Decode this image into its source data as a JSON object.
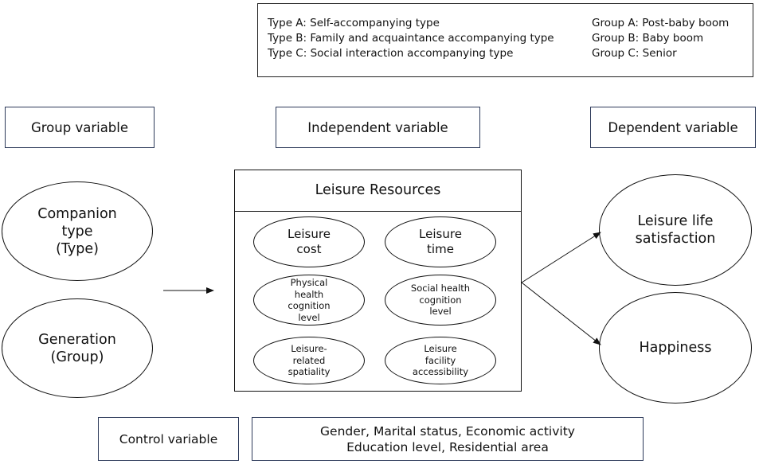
{
  "legend": {
    "types": [
      "Type A: Self-accompanying type",
      "Type B: Family and acquaintance accompanying type",
      "Type C: Social interaction accompanying type"
    ],
    "groups": [
      "Group A: Post-baby boom",
      "Group B: Baby boom",
      "Group C: Senior"
    ]
  },
  "headers": {
    "group": "Group variable",
    "independent": "Independent variable",
    "dependent": "Dependent variable"
  },
  "group_ovals": {
    "companion": [
      "Companion",
      "type",
      "(Type)"
    ],
    "generation": [
      "Generation",
      "(Group)"
    ]
  },
  "leisure_resources": {
    "title": "Leisure Resources",
    "cost": [
      "Leisure",
      "cost"
    ],
    "time": [
      "Leisure",
      "time"
    ],
    "physical": [
      "Physical",
      "health",
      "cognition",
      "level"
    ],
    "social": [
      "Social health",
      "cognition",
      "level"
    ],
    "spatiality": [
      "Leisure-",
      "related",
      "spatiality"
    ],
    "facility": [
      "Leisure",
      "facility",
      "accessibility"
    ]
  },
  "dependent_ovals": {
    "satisfaction": [
      "Leisure life",
      "satisfaction"
    ],
    "happiness": "Happiness"
  },
  "control": {
    "label": "Control variable",
    "items": [
      "Gender, Marital status, Economic activity",
      "Education level, Residential area"
    ]
  }
}
